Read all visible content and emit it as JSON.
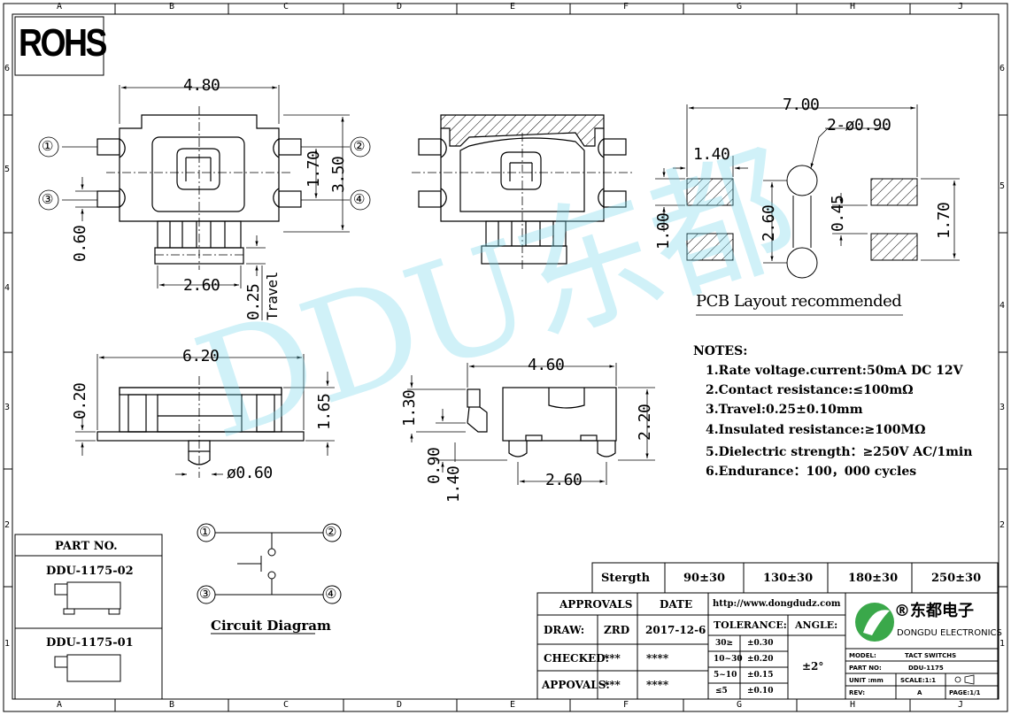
{
  "border": {
    "col_labels": [
      "A",
      "B",
      "C",
      "D",
      "E",
      "F",
      "G",
      "H",
      "J"
    ],
    "row_labels": [
      "6",
      "5",
      "4",
      "3",
      "2",
      "1"
    ]
  },
  "rohs": "ROHS",
  "watermark": "DDU东都",
  "top_view": {
    "width": "4.80",
    "height_a": "1.70",
    "height_b": "3.50",
    "pin_gap": "0.60",
    "stem": "2.60",
    "travel": "0.25",
    "travel_label": "Travel",
    "pins": [
      "①",
      "②",
      "③",
      "④"
    ]
  },
  "pcb": {
    "width": "7.00",
    "hole": "2-ø0.90",
    "pad_w": "1.40",
    "pad_h": "1.00",
    "pitch": "2.60",
    "offset": "0.45",
    "height": "1.70",
    "title": "PCB Layout recommended"
  },
  "front_view": {
    "width": "6.20",
    "top": "0.20",
    "height": "1.65",
    "peg": "ø0.60"
  },
  "side_view": {
    "width": "4.60",
    "h1": "1.30",
    "h2": "2.20",
    "h3": "0.90",
    "h4": "1.40",
    "stem": "2.60"
  },
  "notes": {
    "title": "NOTES:",
    "items": [
      "1.Rate voltage.current:50mA DC 12V",
      "2.Contact resistance:≤100mΩ",
      "3.Travel:0.25±0.10mm",
      "4.Insulated resistance:≥100MΩ",
      "5.Dielectric strength：≥250V AC/1min",
      "6.Endurance：100，000 cycles"
    ]
  },
  "circuit": {
    "title": "Circuit Diagram",
    "pins": [
      "①",
      "②",
      "③",
      "④"
    ]
  },
  "parts": {
    "title": "PART NO.",
    "items": [
      "DDU-1175-02",
      "DDU-1175-01"
    ]
  },
  "strength": {
    "label": "Stergth",
    "values": [
      "90±30",
      "130±30",
      "180±30",
      "250±30"
    ]
  },
  "title_block": {
    "approvals": "APPROVALS",
    "date": "DATE",
    "url": "http://www.dongdudz.com",
    "draw": "DRAW:",
    "draw_name": "ZRD",
    "draw_date": "2017-12-6",
    "checked": "CHECKED:",
    "checked_name": "***",
    "checked_date": "****",
    "appovals": "APPOVALS:",
    "appovals_name": "***",
    "appovals_date": "****",
    "tolerance": "TOLERANCE:",
    "angle": "ANGLE:",
    "angle_val": "±2°",
    "tol_rows": [
      [
        "30≥",
        "±0.30"
      ],
      [
        "10~30",
        "±0.20"
      ],
      [
        "5~10",
        "±0.15"
      ],
      [
        "≤5",
        "±0.10"
      ]
    ],
    "company_cn": "®东都电子",
    "company_en": "DONGDU ELECTRONICS",
    "model_label": "MODEL:",
    "model": "TACT SWITCHS",
    "partno_label": "PART NO:",
    "partno": "DDU-1175",
    "unit_label": "UNIT :mm",
    "scale": "SCALE:1:1",
    "rev_label": "REV:",
    "rev": "A",
    "page": "PAGE:1/1"
  }
}
